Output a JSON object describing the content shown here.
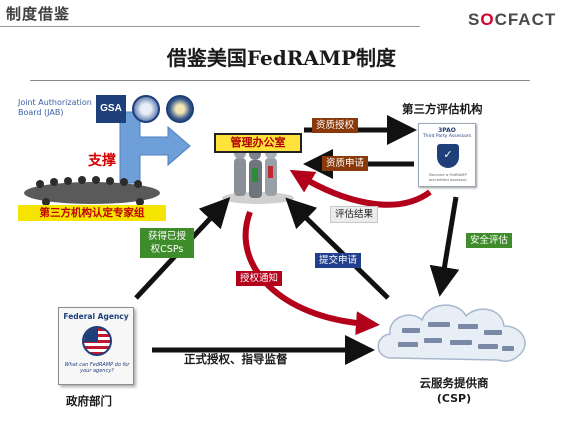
{
  "header": {
    "section_title": "制度借鉴",
    "logo_prefix": "S",
    "logo_mark": "O",
    "logo_suffix": "CFACT"
  },
  "title": "借鉴美国FedRAMP制度",
  "jab": {
    "text": "Joint Authorization Board (JAB)",
    "gsa": "GSA"
  },
  "support_label": "支撑",
  "experts_label": "第三方机构认定专家组",
  "office_label": "管理办公室",
  "third_party": {
    "label": "第三方评估机构",
    "card_title": "3PAO",
    "card_subtitle": "Third Party Assessors",
    "card_footer": "Become a FedRAMP accredited assessor."
  },
  "arrows": {
    "qualification_grant": "资质授权",
    "qualification_apply": "资质申请",
    "assessment_result": "评估结果",
    "security_assessment": "安全评估",
    "submit_application": "提交申请",
    "authorization_notice": "授权通知",
    "obtain_csps_line1": "获得已授",
    "obtain_csps_line2": "权CSPs",
    "formal_authorization": "正式授权、指导监督"
  },
  "federal_agency": {
    "title": "Federal Agency",
    "footer": "What can FedRAMP do for your agency?"
  },
  "gov_label": "政府部门",
  "csp_label": "云服务提供商",
  "csp_sub": "(CSP)",
  "colors": {
    "support_blue": "#6f9fd8",
    "accent_red": "#b3001b",
    "label_brown": "#8a3a0a",
    "label_green": "#3f8c2a",
    "label_blue": "#213f8c",
    "office_yellow": "#ffe33a",
    "experts_yellow": "#f4e400"
  }
}
